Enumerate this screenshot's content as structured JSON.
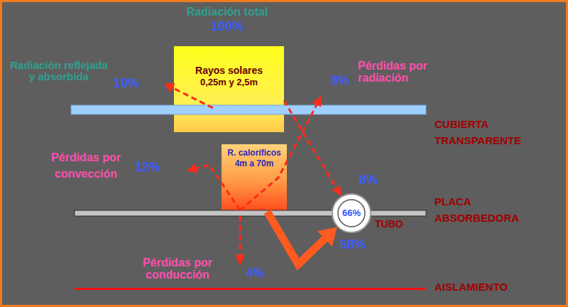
{
  "diagram": {
    "nodes": [
      {
        "text": [
          "Rayos solares",
          "0,25m y 2,5m"
        ]
      },
      {
        "text": [
          "R. caloríficos",
          "4m a 70m"
        ]
      },
      {
        "text": [
          "66%"
        ]
      }
    ],
    "edges": [
      {
        "from": 0,
        "to": 2,
        "arrow": "to"
      },
      {
        "from": 1,
        "to": 2,
        "arrow": "to"
      }
    ],
    "labels": [
      "Radiación total",
      "100%",
      "Radiación reflejada y absorbida",
      "10%",
      "8%",
      "Pérdidas por radiación",
      "CUBIERTA TRANSPARENTE",
      "Pérdidas por convección",
      "12%",
      "8%",
      "PLACA ABSORBEDORA",
      "TUBO",
      "58%",
      "Pérdidas por conducción",
      "4%",
      "AISLAMIENTO"
    ]
  }
}
